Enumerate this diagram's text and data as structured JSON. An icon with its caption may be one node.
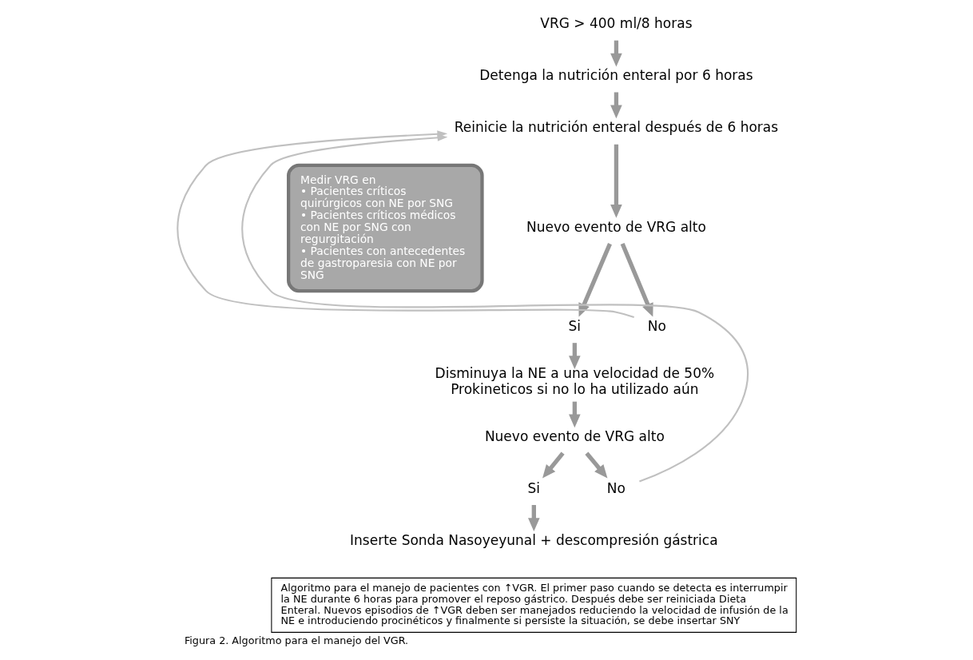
{
  "diagram": {
    "caption": "Figura 2. Algoritmo para el manejo del VGR.",
    "nodes": [
      {
        "text": [
          "VRG > 400 ml/8 horas"
        ]
      },
      {
        "text": [
          "Detenga la nutrición enteral por 6 horas"
        ]
      },
      {
        "text": [
          "Reinicie la nutrición enteral después de 6 horas"
        ]
      },
      {
        "text": [
          "Nuevo evento de VRG alto"
        ]
      },
      {
        "text": [
          "Si"
        ]
      },
      {
        "text": [
          "No"
        ]
      },
      {
        "text": [
          "Disminuya la NE a una velocidad de 50%",
          "Prokineticos si no lo ha utilizado aún"
        ]
      },
      {
        "text": [
          "Nuevo evento de VRG alto"
        ]
      },
      {
        "text": [
          "Si"
        ]
      },
      {
        "text": [
          "No"
        ]
      },
      {
        "text": [
          "Inserte Sonda Nasoyeyunal + descompresión gástrica"
        ]
      },
      {
        "text": [
          "Medir VRG en",
          "• Pacientes críticos quirúrgicos con NE por SNG",
          "• Pacientes críticos médicos con NE por SNG con regurgitación",
          "• Pacientes con antecedentes de gastroparesia con NE por SNG"
        ]
      },
      {
        "text": [
          "Algoritmo para el manejo de pacientes con ↑VGR. El primer paso cuando se detecta es interrumpir la NE durante 6 horas para promover el reposo gástrico. Después debe ser reiniciada Dieta Enteral. Nuevos episodios de ↑VGR deben ser manejados reduciendo la velocidad de infusión de la NE e introduciendo procinéticos y finalmente si persiste la situación, se debe insertar SNY"
        ]
      }
    ],
    "edges": [
      {
        "from": 0,
        "to": 1,
        "arrow": "to"
      },
      {
        "from": 1,
        "to": 2,
        "arrow": "to"
      },
      {
        "from": 2,
        "to": 3,
        "arrow": "to"
      },
      {
        "from": 3,
        "to": 4,
        "arrow": "to"
      },
      {
        "from": 3,
        "to": 5,
        "arrow": "to"
      },
      {
        "from": 4,
        "to": 6,
        "arrow": "to"
      },
      {
        "from": 6,
        "to": 7,
        "arrow": "to"
      },
      {
        "from": 7,
        "to": 8,
        "arrow": "to"
      },
      {
        "from": 7,
        "to": 9,
        "arrow": "to"
      },
      {
        "from": 8,
        "to": 10,
        "arrow": "to"
      },
      {
        "from": 5,
        "to": 2,
        "arrow": "to",
        "color": "#c0c0c0"
      },
      {
        "from": 9,
        "to": 2,
        "arrow": "to",
        "color": "#c0c0c0"
      }
    ]
  }
}
